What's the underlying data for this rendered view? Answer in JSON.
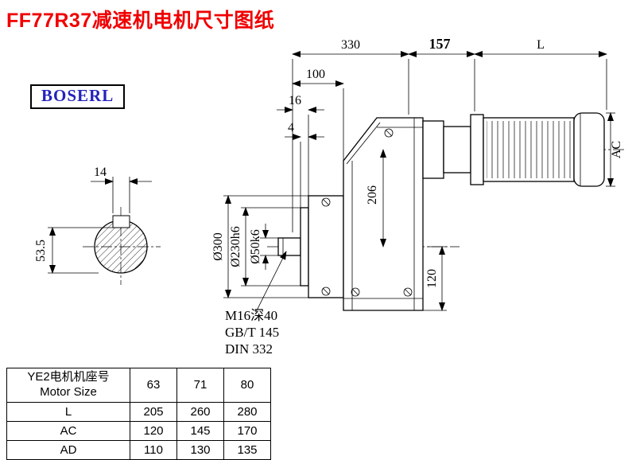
{
  "title": "FF77R37减速机电机尺寸图纸",
  "logo": "BOSERL",
  "drawing": {
    "dim_330": "330",
    "dim_157": "157",
    "dim_L": "L",
    "dim_100": "100",
    "dim_16": "16",
    "dim_4": "4",
    "dia_300": "Ø300",
    "dia_230": "Ø230h6",
    "dia_50": "Ø50k6",
    "dim_206": "206",
    "dim_120": "120",
    "dim_AC": "AC",
    "key_width": "14",
    "shaft_height": "53.5",
    "notes": [
      "M16深40",
      "GB/T 145",
      "DIN 332"
    ]
  },
  "table": {
    "header_cn": "YE2电机机座号",
    "header_en": "Motor Size",
    "sizes": [
      "63",
      "71",
      "80"
    ],
    "rows": [
      {
        "label": "L",
        "values": [
          "205",
          "260",
          "280"
        ]
      },
      {
        "label": "AC",
        "values": [
          "120",
          "145",
          "170"
        ]
      },
      {
        "label": "AD",
        "values": [
          "110",
          "130",
          "135"
        ]
      }
    ]
  }
}
